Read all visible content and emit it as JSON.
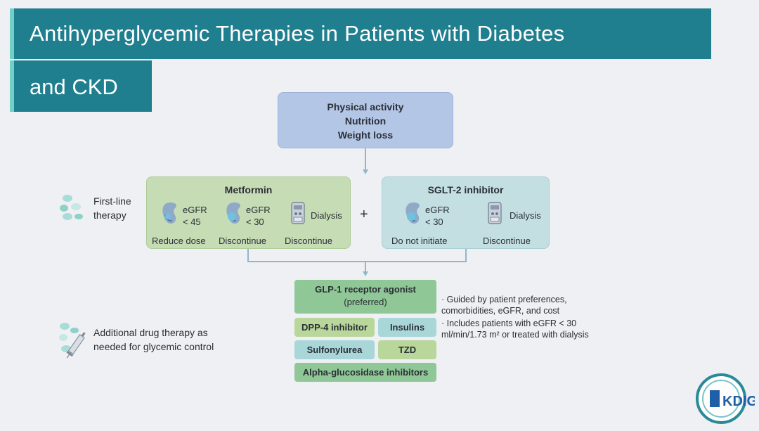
{
  "title": {
    "line1": "Antihyperglycemic Therapies in Patients with Diabetes",
    "line2": "and CKD"
  },
  "lifestyle": {
    "line1": "Physical activity",
    "line2": "Nutrition",
    "line3": "Weight loss"
  },
  "first_line": {
    "label_line1": "First-line",
    "label_line2": "therapy",
    "plus": "+",
    "metformin": {
      "title": "Metformin",
      "items": [
        {
          "text1": "eGFR",
          "text2": "< 45",
          "action": "Reduce dose"
        },
        {
          "text1": "eGFR",
          "text2": "< 30",
          "action": "Discontinue"
        },
        {
          "text1": "Dialysis",
          "action": "Discontinue"
        }
      ]
    },
    "sglt2": {
      "title": "SGLT-2 inhibitor",
      "items": [
        {
          "text1": "eGFR",
          "text2": "< 30",
          "action": "Do not initiate"
        },
        {
          "text1": "Dialysis",
          "action": "Discontinue"
        }
      ]
    }
  },
  "additional": {
    "label_line1": "Additional drug therapy as",
    "label_line2": "needed for glycemic control",
    "glp1_line1": "GLP-1 receptor agonist",
    "glp1_line2": "(preferred)",
    "dpp4": "DPP-4 inhibitor",
    "insulins": "Insulins",
    "sulfonylurea": "Sulfonylurea",
    "tzd": "TZD",
    "alpha": "Alpha-glucosidase inhibitors",
    "notes": [
      "· Guided by patient preferences, comorbidities, eGFR, and cost",
      "· Includes patients with eGFR < 30 ml/min/1.73 m² or treated with dialysis"
    ]
  },
  "logo": {
    "text": "KDIGO"
  },
  "colors": {
    "title_bg": "#1f7f8f",
    "lifestyle": "#b3c6e6",
    "metformin": "#c6dcb4",
    "sglt2": "#c3dfe2"
  }
}
